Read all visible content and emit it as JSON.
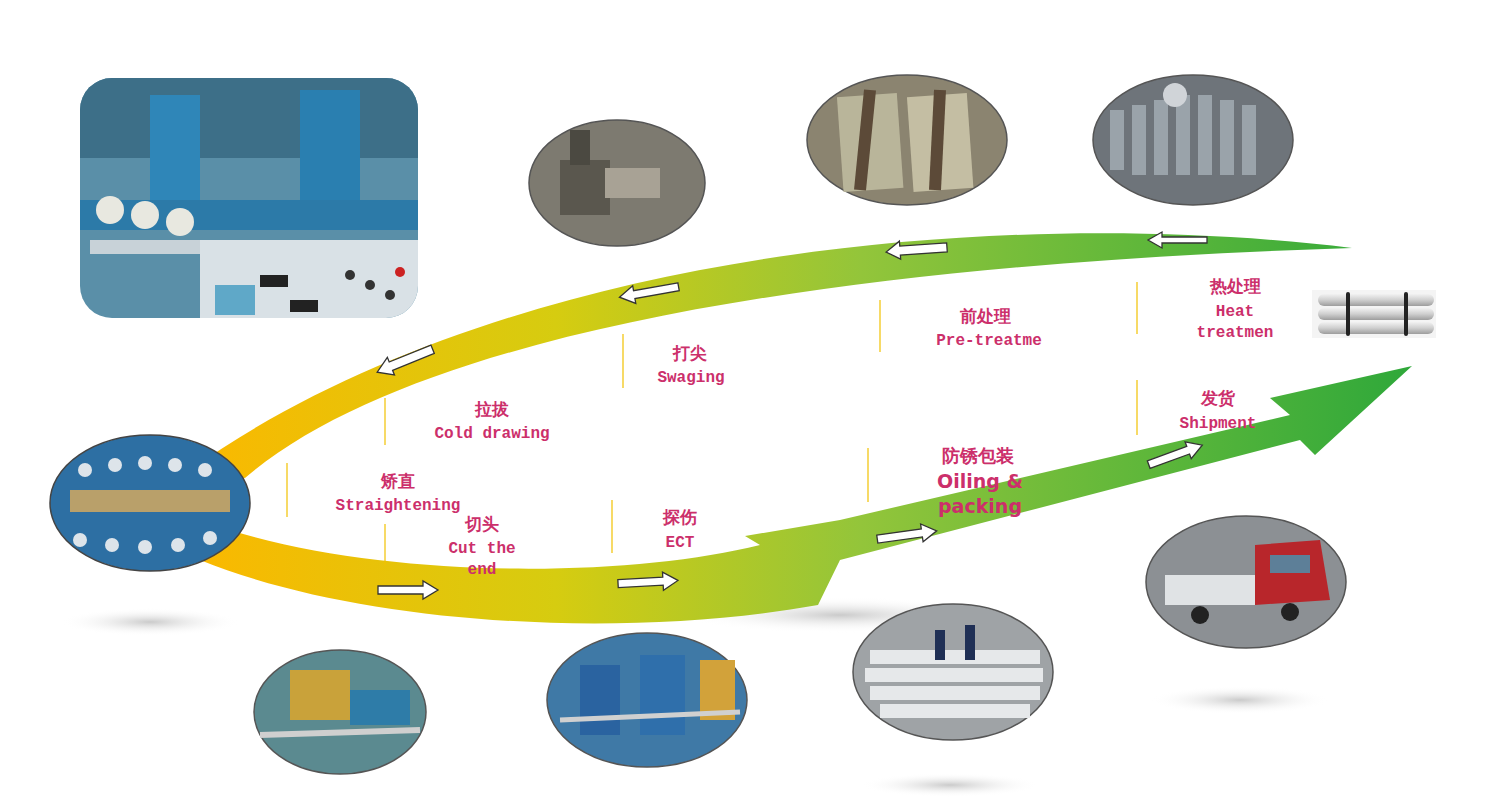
{
  "diagram": {
    "labels": [
      "热处理",
      "Heat treatmen",
      "前处理",
      "Pre-treatme",
      "打尖",
      "Swaging",
      "拉拔",
      "Cold drawing",
      "矫直",
      "Straightening",
      "切头",
      "Cut the end",
      "探伤",
      "ECT",
      "防锈包装",
      "Oiling & packing",
      "发货",
      "Shipment"
    ]
  }
}
